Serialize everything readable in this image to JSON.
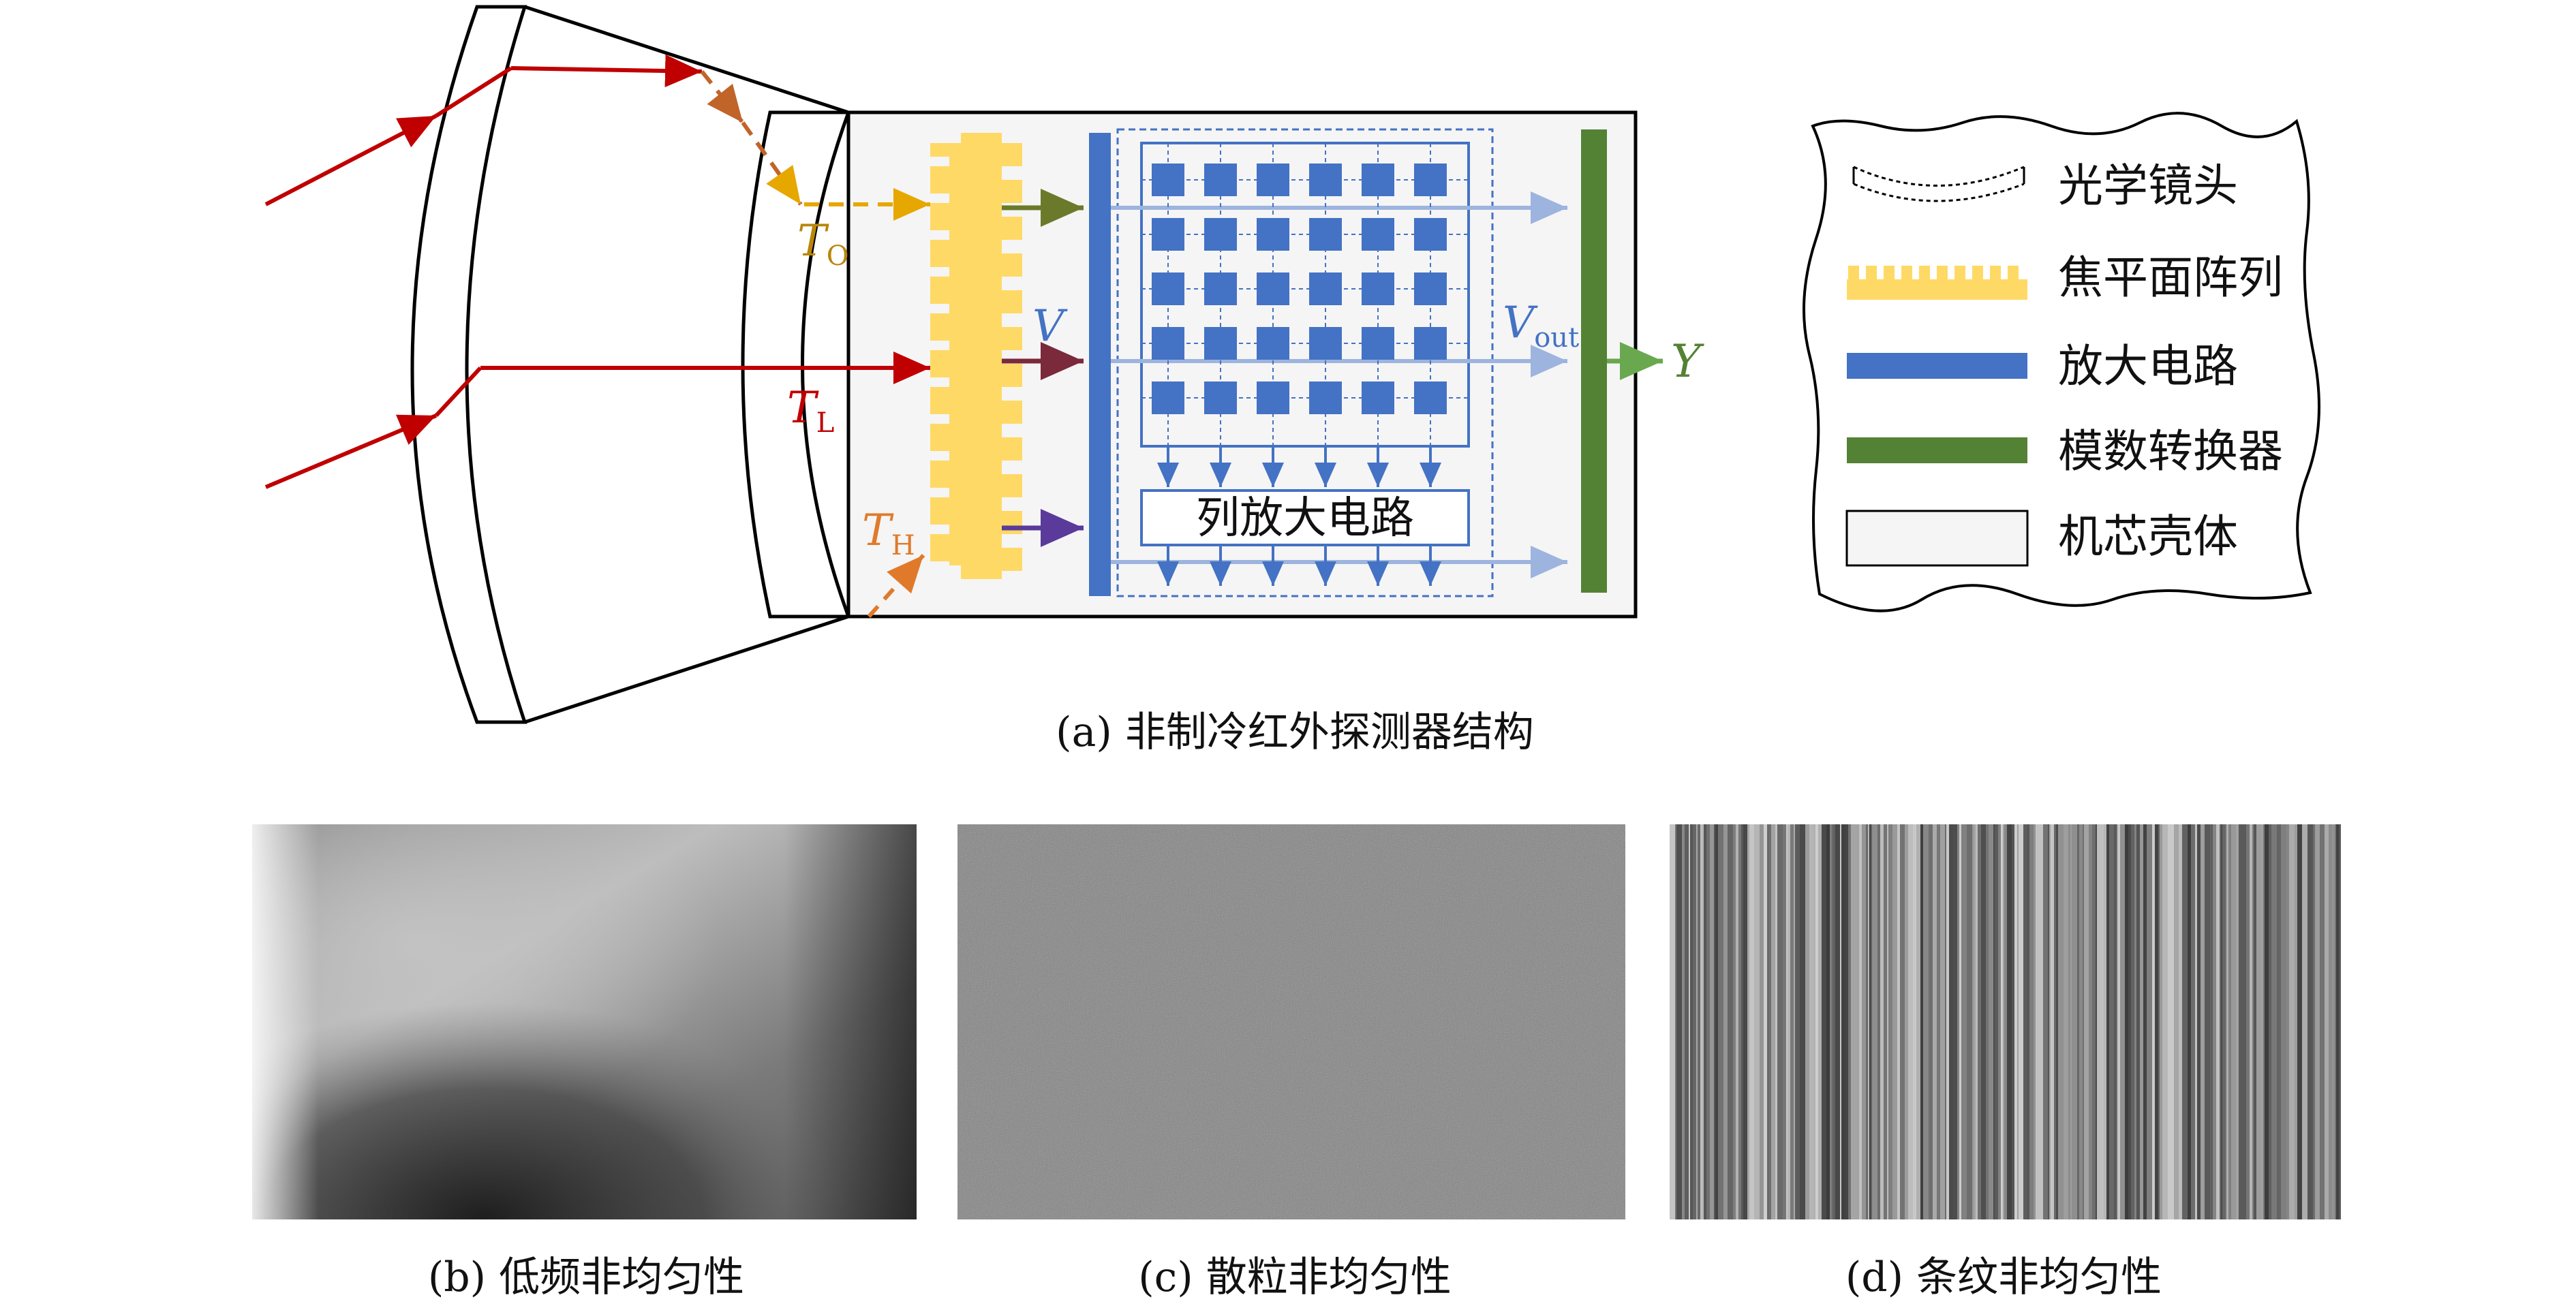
{
  "diagram": {
    "caption_a": "(a) 非制冷红外探测器结构",
    "caption_b": "(b) 低频非均匀性",
    "caption_c": "(c) 散粒非均匀性",
    "caption_d": "(d) 条纹非均匀性",
    "labels": {
      "t_o": {
        "main": "T",
        "sub": "O",
        "color": "#b8860b"
      },
      "t_l": {
        "main": "T",
        "sub": "L",
        "color": "#c00000"
      },
      "t_h": {
        "main": "T",
        "sub": "H",
        "color": "#e07a2a"
      },
      "v": {
        "main": "V",
        "color": "#4472c4"
      },
      "v_out": {
        "main": "V",
        "sub": "out",
        "color": "#4472c4"
      },
      "y": {
        "main": "Y",
        "color": "#548235"
      },
      "column_amplifier": "列放大电路"
    },
    "legend": [
      {
        "label": "光学镜头",
        "icon": "lens-icon"
      },
      {
        "label": "焦平面阵列",
        "icon": "fpa-icon",
        "color": "#ffd966"
      },
      {
        "label": "放大电路",
        "icon": "amp-bar-icon",
        "color": "#4472c4"
      },
      {
        "label": "模数转换器",
        "icon": "adc-bar-icon",
        "color": "#548235"
      },
      {
        "label": "机芯壳体",
        "icon": "housing-icon",
        "color": "#f5f5f5"
      }
    ],
    "colors": {
      "ray": "#c00000",
      "fpa": "#ffd966",
      "amplifier": "#4472c4",
      "adc": "#548235",
      "housing": "#f5f5f5",
      "signal_line": "#9db4de"
    }
  }
}
